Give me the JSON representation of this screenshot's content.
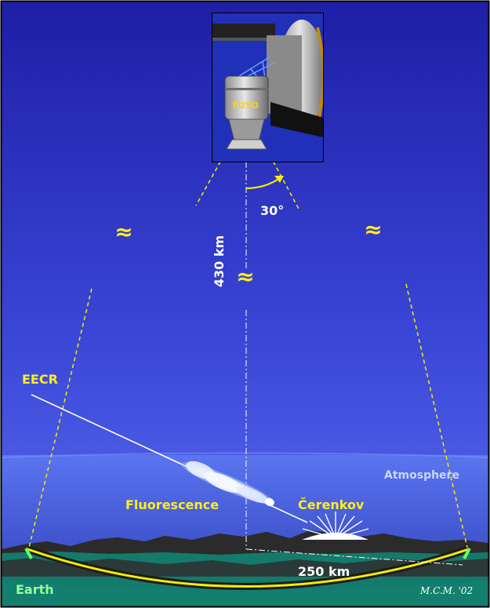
{
  "labels": {
    "instrument": "EUSO",
    "angle": "30°",
    "altitude": "430 km",
    "approx_symbol": "≈",
    "primary": "EECR",
    "fluorescence": "Fluorescence",
    "cerenkov": "Čerenkov",
    "atmosphere": "Atmosphere",
    "footprint": "250 km",
    "earth": "Earth",
    "signature": "M.C.M. '02"
  },
  "colors": {
    "sky_top": "#1f1fa8",
    "sky_bottom": "#5a6ff0",
    "atmosphere_band": "#4d66d6",
    "yellow": "#f4f000",
    "label_yellow": "#ffee22",
    "white": "#ffffff",
    "atmosphere_text": "#c8d8ff",
    "earth_text": "#99ff99",
    "sea": "#127a6b",
    "mountains": "#2a2a2a"
  }
}
